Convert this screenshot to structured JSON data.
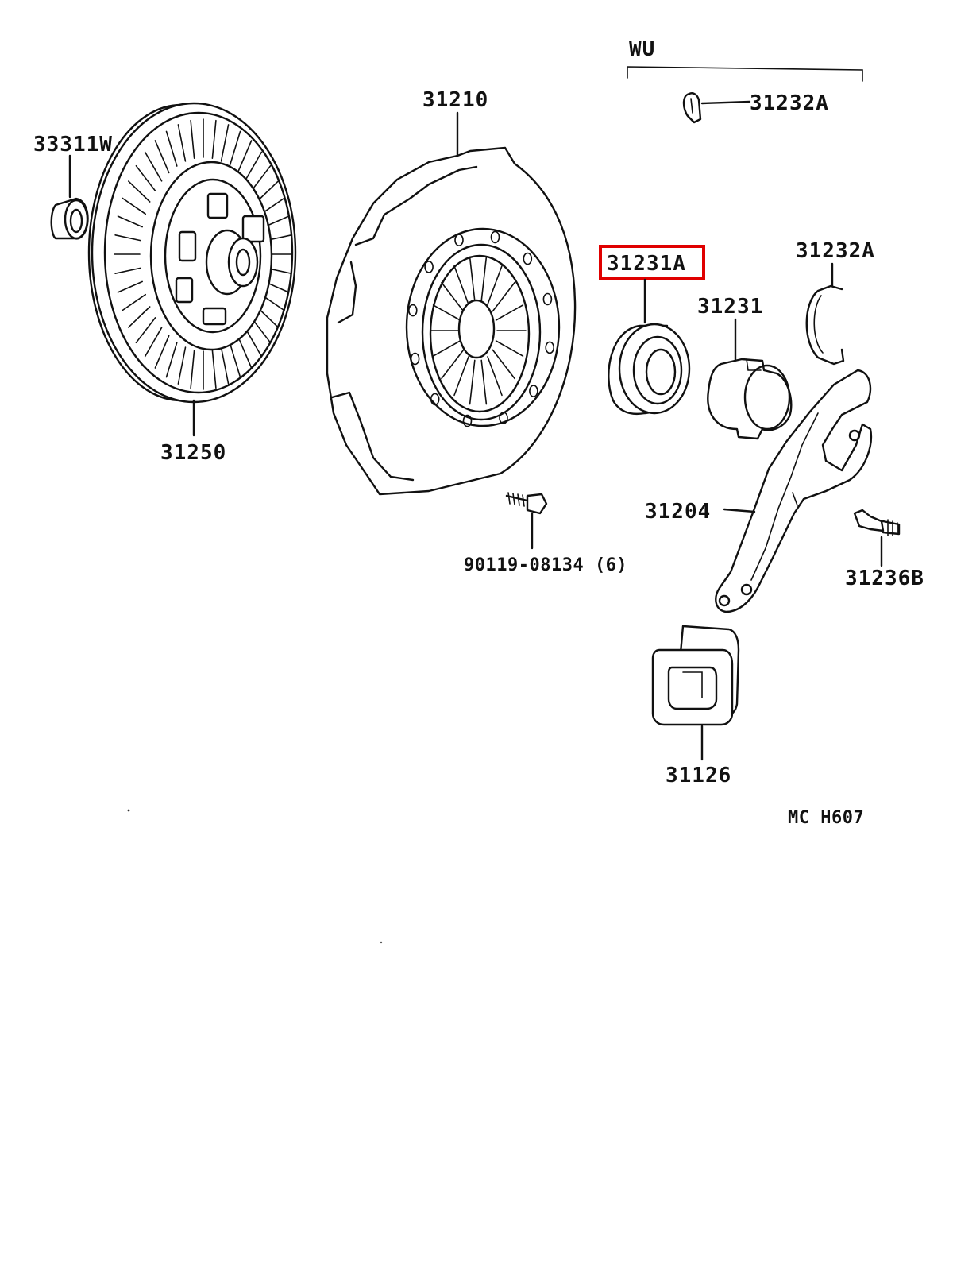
{
  "diagram": {
    "group_label": "WU",
    "figure_code": "MC H607",
    "highlight_color": "#e00000",
    "parts": {
      "pilot_bearing": "33311W",
      "clutch_disc": "31250",
      "clutch_cover": "31210",
      "cover_bolt": "90119-08134 (6)",
      "clip_wu": "31232A",
      "clip": "31232A",
      "release_bearing": "31231A",
      "bearing_hub": "31231",
      "release_fork": "31204",
      "fork_support": "31236B",
      "boot": "31126"
    }
  }
}
